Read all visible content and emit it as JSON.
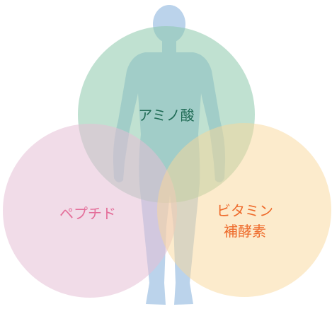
{
  "diagram": {
    "circles": [
      {
        "id": "amino",
        "label": "アミノ酸",
        "fill": "#8cc9ab",
        "text_color": "#1f6b55"
      },
      {
        "id": "peptide",
        "label": "ペプチド",
        "fill": "#e6bfd6",
        "text_color": "#e46f9a"
      },
      {
        "id": "vitamin",
        "label": "ビタミン",
        "sublabel": "補酵素",
        "fill": "#f9d79a",
        "text_color": "#ee6a2a"
      }
    ],
    "body_silhouette_color": "#a8c7e6"
  }
}
